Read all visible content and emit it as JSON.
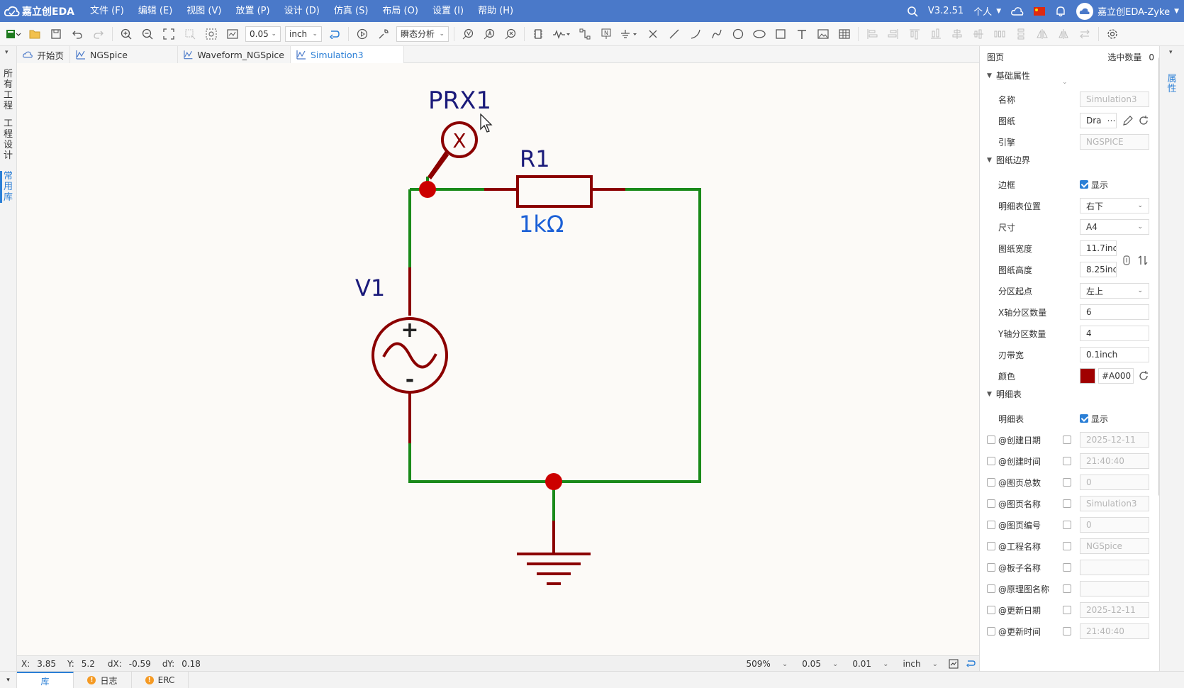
{
  "app": {
    "logo_text": "嘉立创EDA",
    "version": "V3.2.51",
    "mode": "个人",
    "user": "嘉立创EDA-Zyke"
  },
  "menu": [
    "文件 (F)",
    "编辑 (E)",
    "视图 (V)",
    "放置 (P)",
    "设计 (D)",
    "仿真 (S)",
    "布局 (O)",
    "设置 (I)",
    "帮助 (H)"
  ],
  "toolbar": {
    "grid": "0.05",
    "unit": "inch",
    "analysis": "瞬态分析"
  },
  "left_rail": [
    "所有工程",
    "工程设计",
    "常用库"
  ],
  "tabs": [
    "开始页",
    "NGSpice",
    "Waveform_NGSpice",
    "Simulation3"
  ],
  "schematic": {
    "probe": "PRX1",
    "resistor_ref": "R1",
    "resistor_value": "1kΩ",
    "source_ref": "V1",
    "plus": "+",
    "minus": "-",
    "probe_glyph": "X"
  },
  "status": {
    "x_label": "X:",
    "x": "3.85",
    "y_label": "Y:",
    "y": "5.2",
    "dx_label": "dX:",
    "dx": "-0.59",
    "dy_label": "dY:",
    "dy": "0.18",
    "zoom": "509%",
    "grid1": "0.05",
    "grid2": "0.01",
    "unit": "inch"
  },
  "bottom_tabs": [
    "库",
    "日志",
    "ERC"
  ],
  "panel": {
    "title": "图页",
    "selected_label": "选中数量",
    "selected_count": "0",
    "basic": "基础属性",
    "name_label": "名称",
    "name": "Simulation3",
    "sheet_label": "图纸",
    "sheet": "Dra",
    "engine_label": "引擎",
    "engine": "NGSPICE",
    "border_section": "图纸边界",
    "frame_label": "边框",
    "show": "显示",
    "title_pos_label": "明细表位置",
    "title_pos": "右下",
    "size_label": "尺寸",
    "size": "A4",
    "width_label": "图纸宽度",
    "width": "11.7inc",
    "height_label": "图纸高度",
    "height": "8.25inc",
    "zone_origin_label": "分区起点",
    "zone_origin": "左上",
    "x_zones_label": "X轴分区数量",
    "x_zones": "6",
    "y_zones_label": "Y轴分区数量",
    "y_zones": "4",
    "edge_label": "刃带宽",
    "edge": "0.1inch",
    "color_label": "颜色",
    "color": "#A000",
    "titleblock_section": "明细表",
    "titleblock_label": "明细表",
    "fields": [
      {
        "label": "@创建日期",
        "value": "2025-12-11"
      },
      {
        "label": "@创建时间",
        "value": "21:40:40"
      },
      {
        "label": "@图页总数",
        "value": "0"
      },
      {
        "label": "@图页名称",
        "value": "Simulation3"
      },
      {
        "label": "@图页编号",
        "value": "0"
      },
      {
        "label": "@工程名称",
        "value": "NGSpice"
      },
      {
        "label": "@板子名称",
        "value": ""
      },
      {
        "label": "@原理图名称",
        "value": ""
      },
      {
        "label": "@更新日期",
        "value": "2025-12-11"
      },
      {
        "label": "@更新时间",
        "value": "21:40:40"
      }
    ]
  },
  "right_rail": [
    "属性"
  ],
  "colors": {
    "accent": "#4a79c9",
    "wire": "#1a8a1a",
    "component": "#8b0000",
    "label": "#1a1a7a",
    "value": "#1a5fd6",
    "junction": "#cc0000"
  }
}
